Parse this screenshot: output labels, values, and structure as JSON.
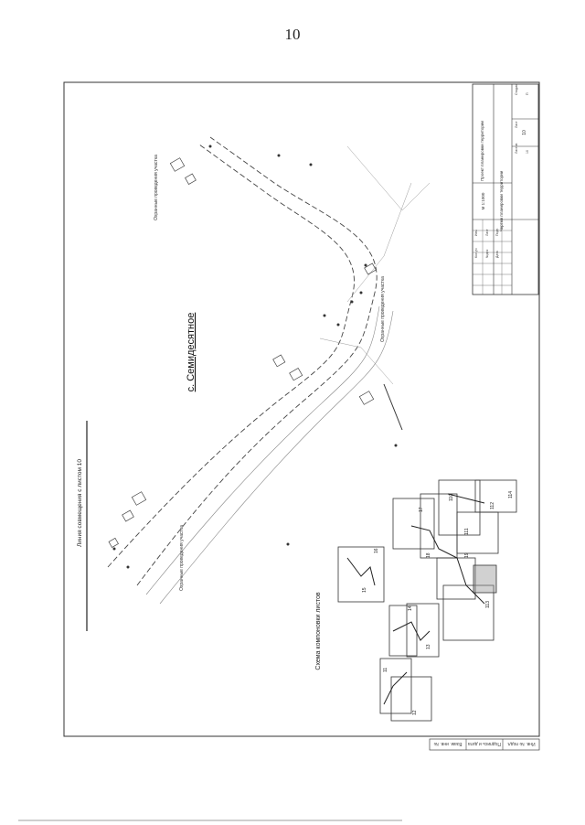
{
  "page": {
    "number": "10"
  },
  "drawing": {
    "village_title": "с. Семидесятное",
    "alignment_line": "Линия совмещения с листом 10",
    "boundary_label": "Охранные проведения участка",
    "scheme_title": "Схема компоновки листов",
    "sheet_labels": [
      "11",
      "12",
      "13",
      "14",
      "15",
      "16",
      "17",
      "18",
      "19",
      "110",
      "111",
      "112",
      "113",
      "114"
    ],
    "title_block": {
      "project": "Проект планировки территории",
      "sheet_name": "Чертеж планировки территории",
      "scale": "М 1:1000",
      "sheet_no": "10",
      "cells": [
        "Изм.",
        "Кол.уч",
        "Лист",
        "№док",
        "Подп.",
        "Дата",
        "Стадия",
        "Лист",
        "Листов",
        "П",
        "10"
      ]
    },
    "margin_stamp": [
      "Инв. № подл.",
      "Подпись и дата",
      "Взам. инв. №"
    ]
  }
}
